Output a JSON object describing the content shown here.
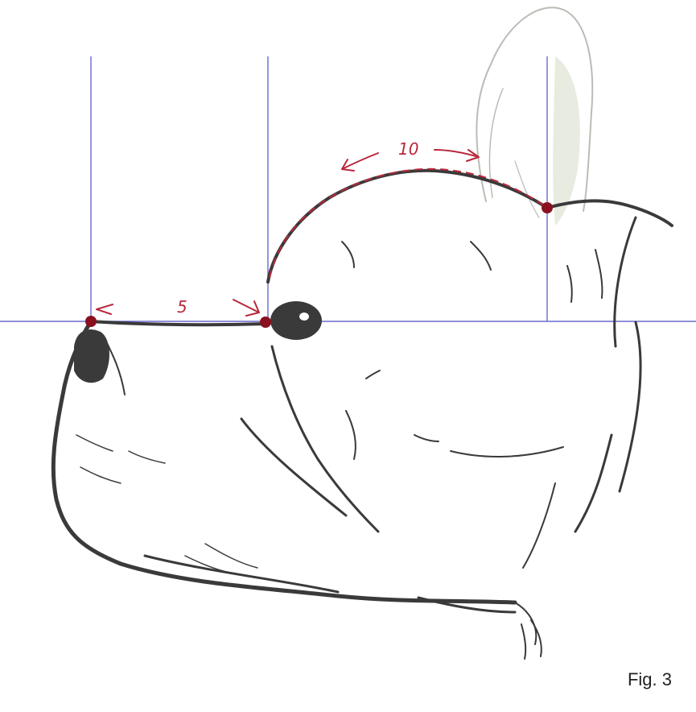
{
  "figure": {
    "caption": "Fig. 3",
    "measurements": {
      "muzzle_length_label": "5",
      "skull_length_label": "10"
    },
    "colors": {
      "guide_lines": "#6a6ad0",
      "ink": "#3a3a3a",
      "measure_marks": "#b8283a",
      "landmark_points": "#8a1020"
    },
    "icons": [
      "dog-head-sketch"
    ]
  }
}
